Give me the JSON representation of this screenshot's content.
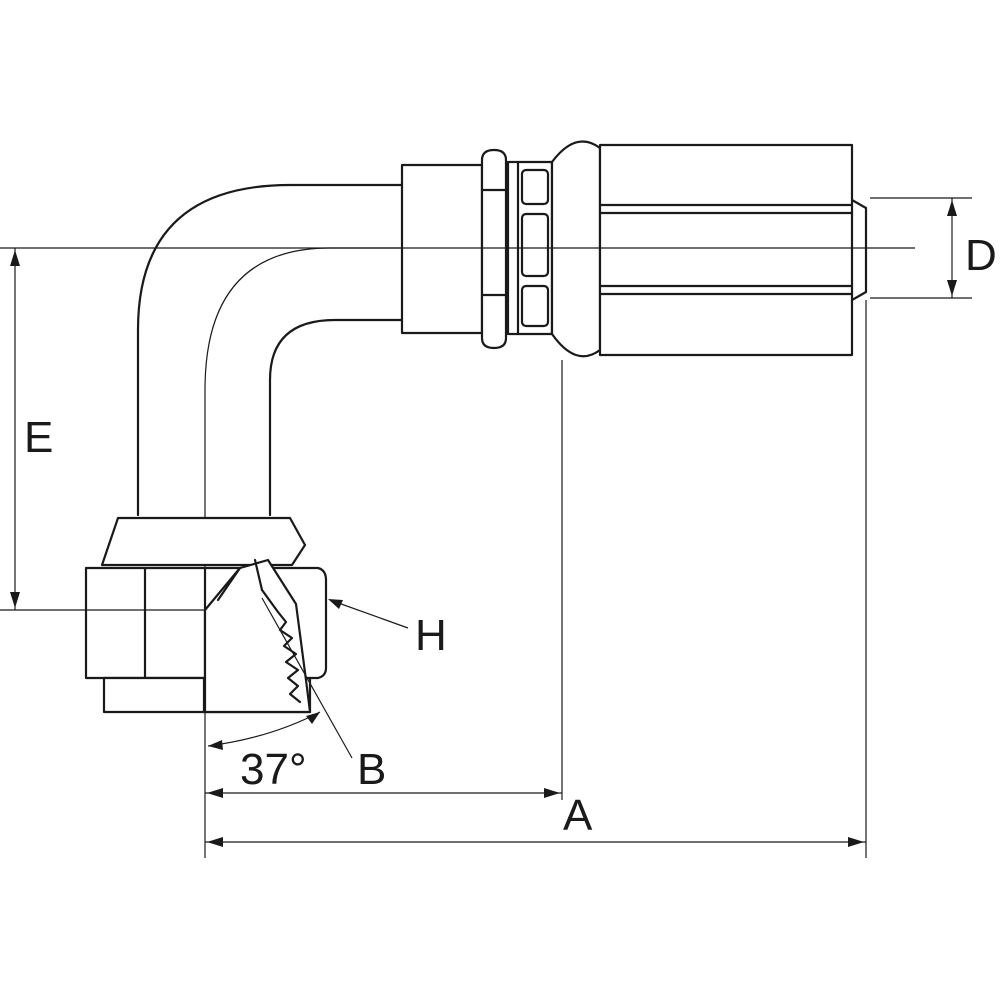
{
  "labels": {
    "a": "A",
    "b": "B",
    "d": "D",
    "e": "E",
    "h": "H",
    "angle": "37°"
  },
  "colors": {
    "line": "#1a1a1a",
    "background": "#ffffff"
  }
}
